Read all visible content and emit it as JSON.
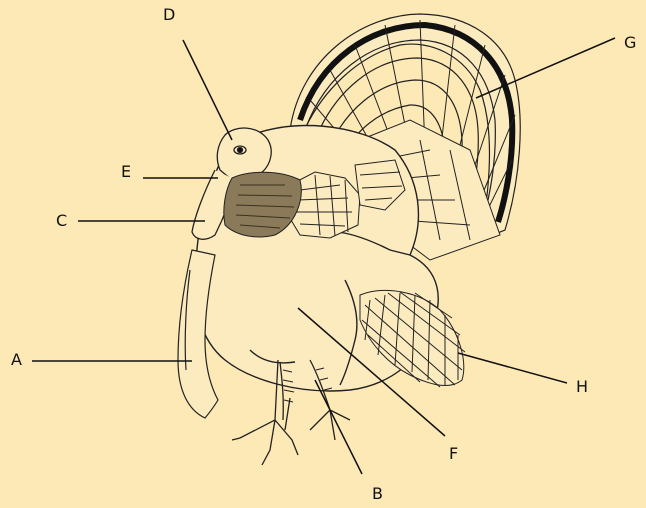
{
  "diagram": {
    "subject": "turkey",
    "background_color": "#fde9b5",
    "line_color": "#111111",
    "labels": {
      "A": "A",
      "B": "B",
      "C": "C",
      "D": "D",
      "E": "E",
      "F": "F",
      "G": "G",
      "H": "H"
    }
  }
}
